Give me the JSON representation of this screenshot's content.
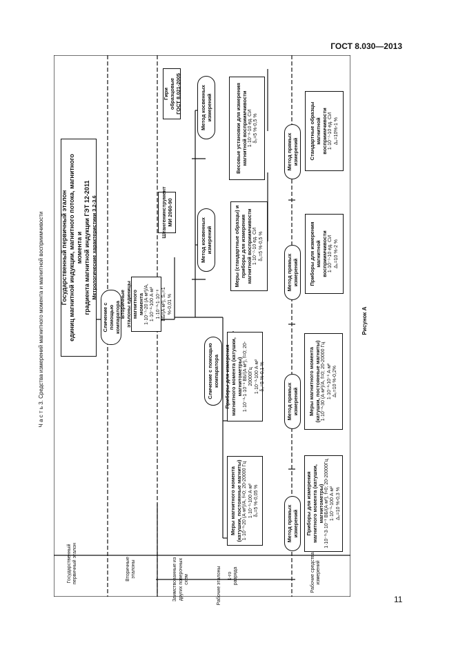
{
  "page": {
    "standard": "ГОСТ 8.030—2013",
    "page_number": "11"
  },
  "part_title": "Ч а с т ь 3. Средства измерений магнитного момента и магнитной восприимчивости",
  "figure_caption": "Рисунок А",
  "rows": {
    "primary": "Государственный первичный эталон",
    "secondary": "Вторичные эталоны",
    "borrowed": "Заимствованные из других поверочных схем",
    "working": "Рабочие эталоны",
    "rank1": "1-го разряда",
    "instruments": "Рабочие средства измерений"
  },
  "primary": {
    "line1": "Государственный первичный эталон",
    "line2": "единиц магнитной индукции, магнитного потока, магнитного момента и",
    "line3": "градиента магнитной индукции ГЭТ 12-2011",
    "line4": "Метрологические характеристики 3.2-3.6"
  },
  "comparator_top": "Сличение с помощью компаратора",
  "secondary_box": {
    "title": "Вторичные эталоны единицы магнитного момента",
    "range": "1·10⁻⁷-20 (А·м²)/А, 1·10⁻²-100 А·м²",
    "unc": "1·10⁻³-1·10⁻⁸ ВБ/(А·м²), S₀=1 %-0,01 %"
  },
  "borrowed": {
    "wire": "Штангенинструмент МИ 2060-90",
    "weights": "Гири образцовые ГОСТ 8.021-2005"
  },
  "indirect_label": "Метод косвенных измерений",
  "direct_label": "Метод прямых измерений",
  "comparator_mid": "Сличение с помощью компаратора",
  "rank1": {
    "measures": {
      "title": "Меры магнитного момента (катушки, постоянные магниты)",
      "range": "1·10⁻³-20 (А·м²)/А, f=0; 20-20000 Гц",
      "range2": "1·10⁻¹-100 А·м²",
      "delta": "δ₀=5 %-0,05 %"
    },
    "instruments": {
      "title": "Приборы для измерения магнитного момента (катушки, магнитометры)",
      "range": "1·10⁻³-1·10⁻¹ ВБ/(А·м²), f=0; 20-20000Гц",
      "range2": "1·10⁻³-100 А·м²",
      "delta": "δ₀=5 %-0,1 %"
    },
    "susc_measures": {
      "title": "Меры (стандартные образцы) и приборы для измерения магнитной восприимчивости",
      "range": "1·10⁻⁷-10 ед. СИ",
      "delta": "δ₀=5 %-0,5 %"
    },
    "weigh": {
      "title": "Весовые установки для измерения магнитной восприимчивости",
      "range": "1·10⁻⁸-10 ед. СИ",
      "delta": "δ₀=5 %-0,5 %"
    }
  },
  "working": {
    "w1": {
      "title": "Приборы для измерения магнитного момента (катушки, магнитометры)",
      "range": "1·10⁻³-3·10⁻¹ ВБ/(А·м²), f=0; 20-20000Гц",
      "range2": "1·10⁻¹-100 А·м²",
      "delta": "Δ₀=10 %-0,3 %"
    },
    "w2": {
      "title": "Меры магнитного момента (катушки, постоянные магниты)",
      "range": "1·10⁻³-30 (А·м²)/А, f=0; 20-20000 Гц",
      "range2": "1·10⁻²-10⁻¹ А·м²",
      "delta": "Δ₀=10 %-0,2%"
    },
    "w3": {
      "title": "Приборы для измерения магнитной восприимчивости",
      "range": "1·10⁻⁷-10 ед. СИ",
      "delta": "Δ₀=10 %-2 %"
    },
    "w4": {
      "title": "Стандартные образцы магнитной восприимчивости",
      "range": "1·10⁻⁷-10 ед. СИ",
      "delta": "Δ₀=10%-1 %"
    }
  }
}
